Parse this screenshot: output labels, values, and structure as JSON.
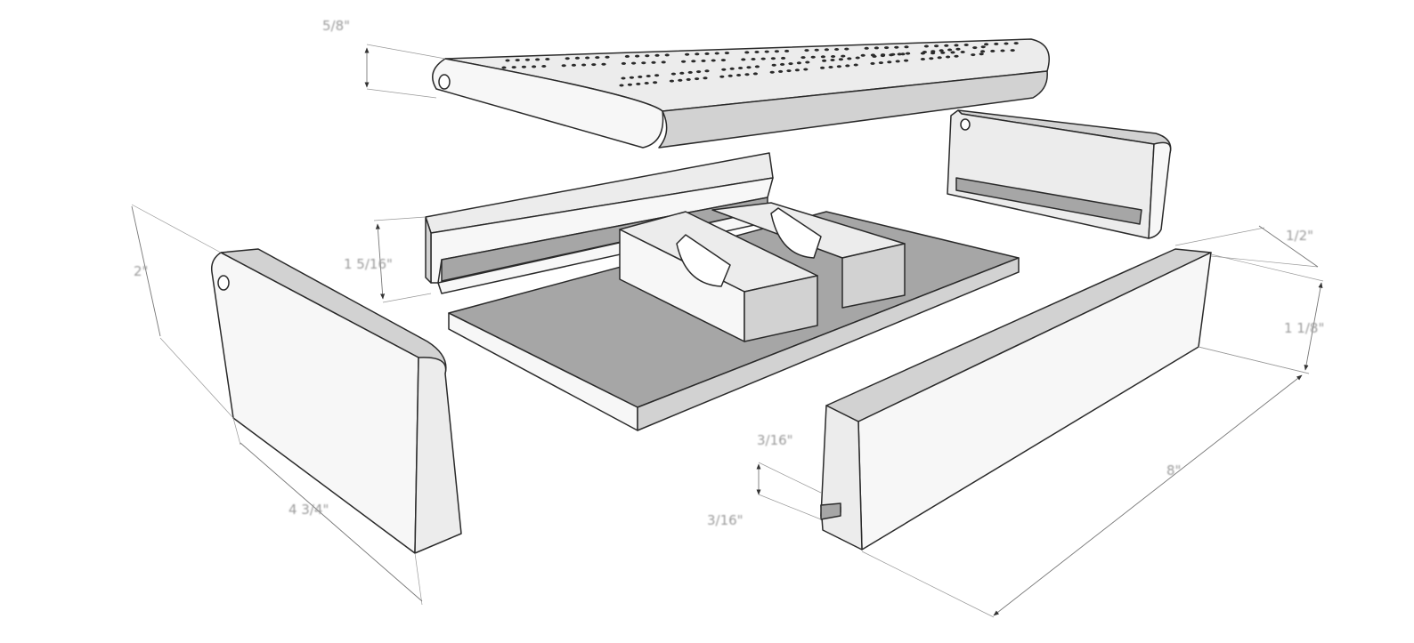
{
  "dimensions": {
    "lid_thickness": "5/8\"",
    "end_height": "2\"",
    "end_width": "4 3/4\"",
    "rail_height": "1 5/16\"",
    "side_thickness": "1/2\"",
    "side_height": "1 1/8\"",
    "groove_width": "3/16\"",
    "groove_depth": "3/16\"",
    "side_length": "8\""
  },
  "colors": {
    "face_light": "#ececec",
    "face_mid": "#d2d2d2",
    "face_dark": "#a6a6a6",
    "edge": "#2a2a2a"
  }
}
